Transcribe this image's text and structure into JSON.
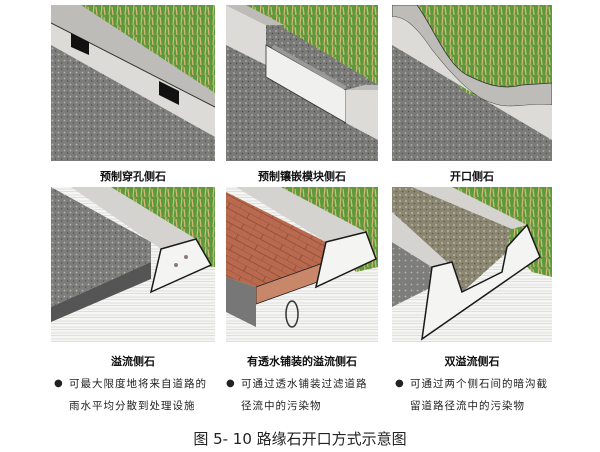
{
  "figure": {
    "title": "图 5- 10 路缘石开口方式示意图"
  },
  "panels": [
    {
      "id": "perforated",
      "caption": "预制穿孔侧石",
      "description_lines": []
    },
    {
      "id": "inlaid-module",
      "caption": "预制镶嵌模块侧石",
      "description_lines": []
    },
    {
      "id": "opening",
      "caption": "开口侧石",
      "description_lines": []
    },
    {
      "id": "overflow",
      "caption": "溢流侧石",
      "bullet": "●",
      "description_lines": [
        "可最大限度地将来自道路的",
        "雨水平均分散到处理设施"
      ]
    },
    {
      "id": "overflow-permeable",
      "caption": "有透水铺装的溢流侧石",
      "bullet": "●",
      "description_lines": [
        "可通过透水铺装过滤道路",
        "径流中的污染物"
      ]
    },
    {
      "id": "double-overflow",
      "caption": "双溢流侧石",
      "bullet": "●",
      "description_lines": [
        "可通过两个侧石间的暗沟截",
        "留道路径流中的污染物"
      ]
    }
  ],
  "colors": {
    "asphalt": "#7d7d7b",
    "curb": "#d9d8d4",
    "curb_top": "#bdbcb8",
    "grass": "#5d9a3c",
    "grass_dry": "#d8b77a",
    "brick": "#b96a4e",
    "concrete": "#f4f4f2",
    "outline": "#1a1a1a"
  }
}
